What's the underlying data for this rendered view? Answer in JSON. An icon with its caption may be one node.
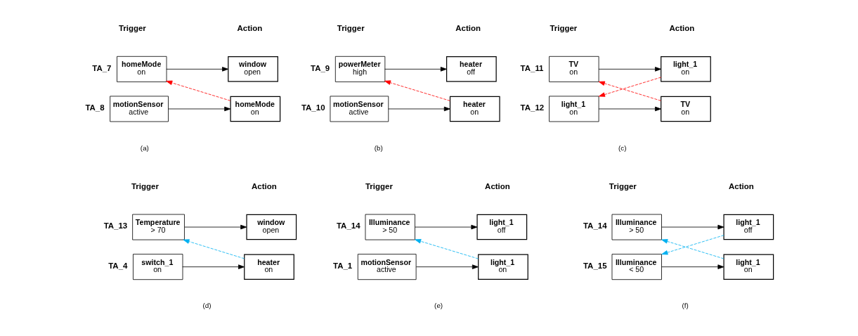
{
  "diagram": {
    "nodes": [
      {
        "text": [
          "homeMode",
          "on"
        ],
        "beside": [
          "TA_7"
        ]
      },
      {
        "text": [
          "window",
          "open"
        ]
      },
      {
        "text": [
          "motionSensor",
          "active"
        ],
        "beside": [
          "TA_8"
        ]
      },
      {
        "text": [
          "homeMode",
          "on"
        ]
      },
      {
        "text": [
          "powerMeter",
          "high"
        ],
        "beside": [
          "TA_9"
        ]
      },
      {
        "text": [
          "heater",
          "off"
        ]
      },
      {
        "text": [
          "motionSensor",
          "active"
        ],
        "beside": [
          "TA_10"
        ]
      },
      {
        "text": [
          "heater",
          "on"
        ]
      },
      {
        "text": [
          "TV",
          "on"
        ],
        "beside": [
          "TA_11"
        ]
      },
      {
        "text": [
          "light_1",
          "on"
        ]
      },
      {
        "text": [
          "light_1",
          "on"
        ],
        "beside": [
          "TA_12"
        ]
      },
      {
        "text": [
          "TV",
          "on"
        ]
      },
      {
        "text": [
          "Temperature",
          "> 70"
        ],
        "beside": [
          "TA_13"
        ]
      },
      {
        "text": [
          "window",
          "open"
        ]
      },
      {
        "text": [
          "switch_1",
          "on"
        ],
        "beside": [
          "TA_4"
        ]
      },
      {
        "text": [
          "heater",
          "on"
        ]
      },
      {
        "text": [
          "Illuminance",
          "> 50"
        ],
        "beside": [
          "TA_14"
        ]
      },
      {
        "text": [
          "light_1",
          "off"
        ]
      },
      {
        "text": [
          "motionSensor",
          "active"
        ],
        "beside": [
          "TA_1"
        ]
      },
      {
        "text": [
          "light_1",
          "on"
        ]
      },
      {
        "text": [
          "Illuminance",
          "> 50"
        ],
        "beside": [
          "TA_14"
        ]
      },
      {
        "text": [
          "light_1",
          "off"
        ]
      },
      {
        "text": [
          "Illuminance",
          "< 50"
        ],
        "beside": [
          "TA_15"
        ]
      },
      {
        "text": [
          "light_1",
          "on"
        ]
      }
    ],
    "edges": [
      {
        "from": 0,
        "to": 1,
        "arrow": "to"
      },
      {
        "from": 2,
        "to": 3,
        "arrow": "to"
      },
      {
        "from": 3,
        "to": 0,
        "arrow": "to",
        "style": "dashed",
        "color": "#ff0000"
      },
      {
        "from": 4,
        "to": 5,
        "arrow": "to"
      },
      {
        "from": 6,
        "to": 7,
        "arrow": "to"
      },
      {
        "from": 7,
        "to": 4,
        "arrow": "to",
        "style": "dashed",
        "color": "#ff0000"
      },
      {
        "from": 8,
        "to": 9,
        "arrow": "to"
      },
      {
        "from": 10,
        "to": 11,
        "arrow": "to"
      },
      {
        "from": 11,
        "to": 8,
        "arrow": "to",
        "style": "dashed",
        "color": "#ff0000"
      },
      {
        "from": 9,
        "to": 10,
        "arrow": "to",
        "style": "dashed",
        "color": "#ff0000"
      },
      {
        "from": 12,
        "to": 13,
        "arrow": "to"
      },
      {
        "from": 14,
        "to": 15,
        "arrow": "to"
      },
      {
        "from": 15,
        "to": 12,
        "arrow": "to",
        "style": "dashed",
        "color": "#00b0f0"
      },
      {
        "from": 16,
        "to": 17,
        "arrow": "to"
      },
      {
        "from": 18,
        "to": 19,
        "arrow": "to"
      },
      {
        "from": 19,
        "to": 16,
        "arrow": "to",
        "style": "dashed",
        "color": "#00b0f0"
      },
      {
        "from": 20,
        "to": 21,
        "arrow": "to"
      },
      {
        "from": 22,
        "to": 23,
        "arrow": "to"
      },
      {
        "from": 23,
        "to": 20,
        "arrow": "to",
        "style": "dashed",
        "color": "#00b0f0"
      },
      {
        "from": 21,
        "to": 22,
        "arrow": "to",
        "style": "dashed",
        "color": "#00b0f0"
      }
    ],
    "labels": [
      "Trigger",
      "Action",
      "Trigger",
      "Action",
      "Trigger",
      "Action",
      "(a)",
      "(b)",
      "(c)",
      "Trigger",
      "Action",
      "Trigger",
      "Action",
      "Trigger",
      "Action",
      "(d)",
      "(e)",
      "(f)"
    ]
  }
}
